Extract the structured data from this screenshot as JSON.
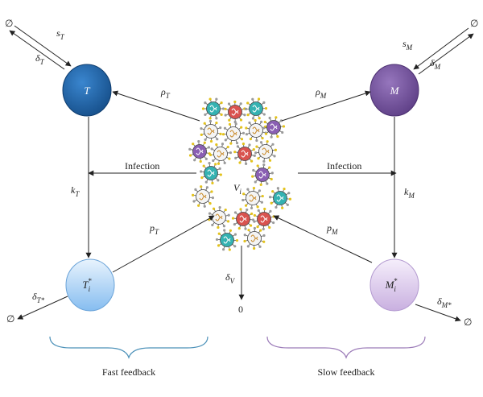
{
  "nodes": {
    "T": {
      "main": "T",
      "sub": "",
      "sup": "",
      "fill": "#1f67ad"
    },
    "M": {
      "main": "M",
      "sub": "",
      "sup": "",
      "fill": "#7d59a6"
    },
    "Ti": {
      "main": "T",
      "sub": "i",
      "sup": "*",
      "fill": "#a9cff3"
    },
    "Mi": {
      "main": "M",
      "sub": "i",
      "sup": "*",
      "fill": "#d9c6e9"
    }
  },
  "virus_cluster": {
    "main": "V",
    "sub": "i"
  },
  "empty_set": "∅",
  "zero": "0",
  "rates": {
    "s_T": {
      "main": "s",
      "sub": "T"
    },
    "delta_T": {
      "main": "δ",
      "sub": "T"
    },
    "s_M": {
      "main": "s",
      "sub": "M"
    },
    "delta_M": {
      "main": "δ",
      "sub": "M"
    },
    "rho_T": {
      "main": "ρ",
      "sub": "T"
    },
    "rho_M": {
      "main": "ρ",
      "sub": "M"
    },
    "k_T": {
      "main": "k",
      "sub": "T"
    },
    "k_M": {
      "main": "k",
      "sub": "M"
    },
    "p_T": {
      "main": "p",
      "sub": "T"
    },
    "p_M": {
      "main": "p",
      "sub": "M"
    },
    "delta_V": {
      "main": "δ",
      "sub": "V"
    },
    "delta_Tstar": {
      "main": "δ",
      "sub": "T*"
    },
    "delta_Mstar": {
      "main": "δ",
      "sub": "M*"
    }
  },
  "infection_left": "Infection",
  "infection_right": "Infection",
  "braces": {
    "fast": {
      "label": "Fast feedback",
      "color": "#4a90b8"
    },
    "slow": {
      "label": "Slow feedback",
      "color": "#9b7bb8"
    }
  },
  "virus_colors": {
    "teal": "#35b2b2",
    "red": "#d9534f",
    "purple": "#8a5fb3",
    "white": "#f4f4f4"
  }
}
